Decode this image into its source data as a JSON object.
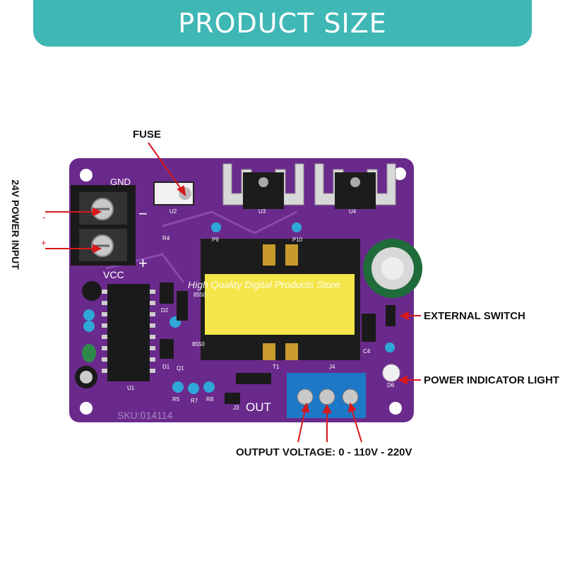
{
  "header": {
    "title": "PRODUCT SIZE"
  },
  "callouts": {
    "fuse": "FUSE",
    "power_input": "24V POWER INPUT",
    "external_switch": "EXTERNAL SWITCH",
    "power_indicator": "POWER INDICATOR LIGHT",
    "output_voltage": "OUTPUT VOLTAGE: 0 - 110V - 220V"
  },
  "board": {
    "gnd": "GND",
    "vcc": "VCC",
    "out": "OUT",
    "sku": "SKU:014114",
    "minus": "−",
    "plus": "+",
    "components": [
      "U2",
      "R4",
      "U3",
      "U4",
      "U1",
      "T1",
      "J4",
      "J3",
      "D1",
      "D6",
      "Q1",
      "R5",
      "R7",
      "R8",
      "C4",
      "D2",
      "P9",
      "P10",
      "8550",
      "8550"
    ]
  },
  "pointers": {
    "minus": "-",
    "plus": "+"
  },
  "watermark": "High Quality Digital Products Store",
  "colors": {
    "banner": "#3fb7b5",
    "board": "#6a2a8c",
    "arrow": "#d8181c",
    "terminal": "#1e78c8"
  }
}
